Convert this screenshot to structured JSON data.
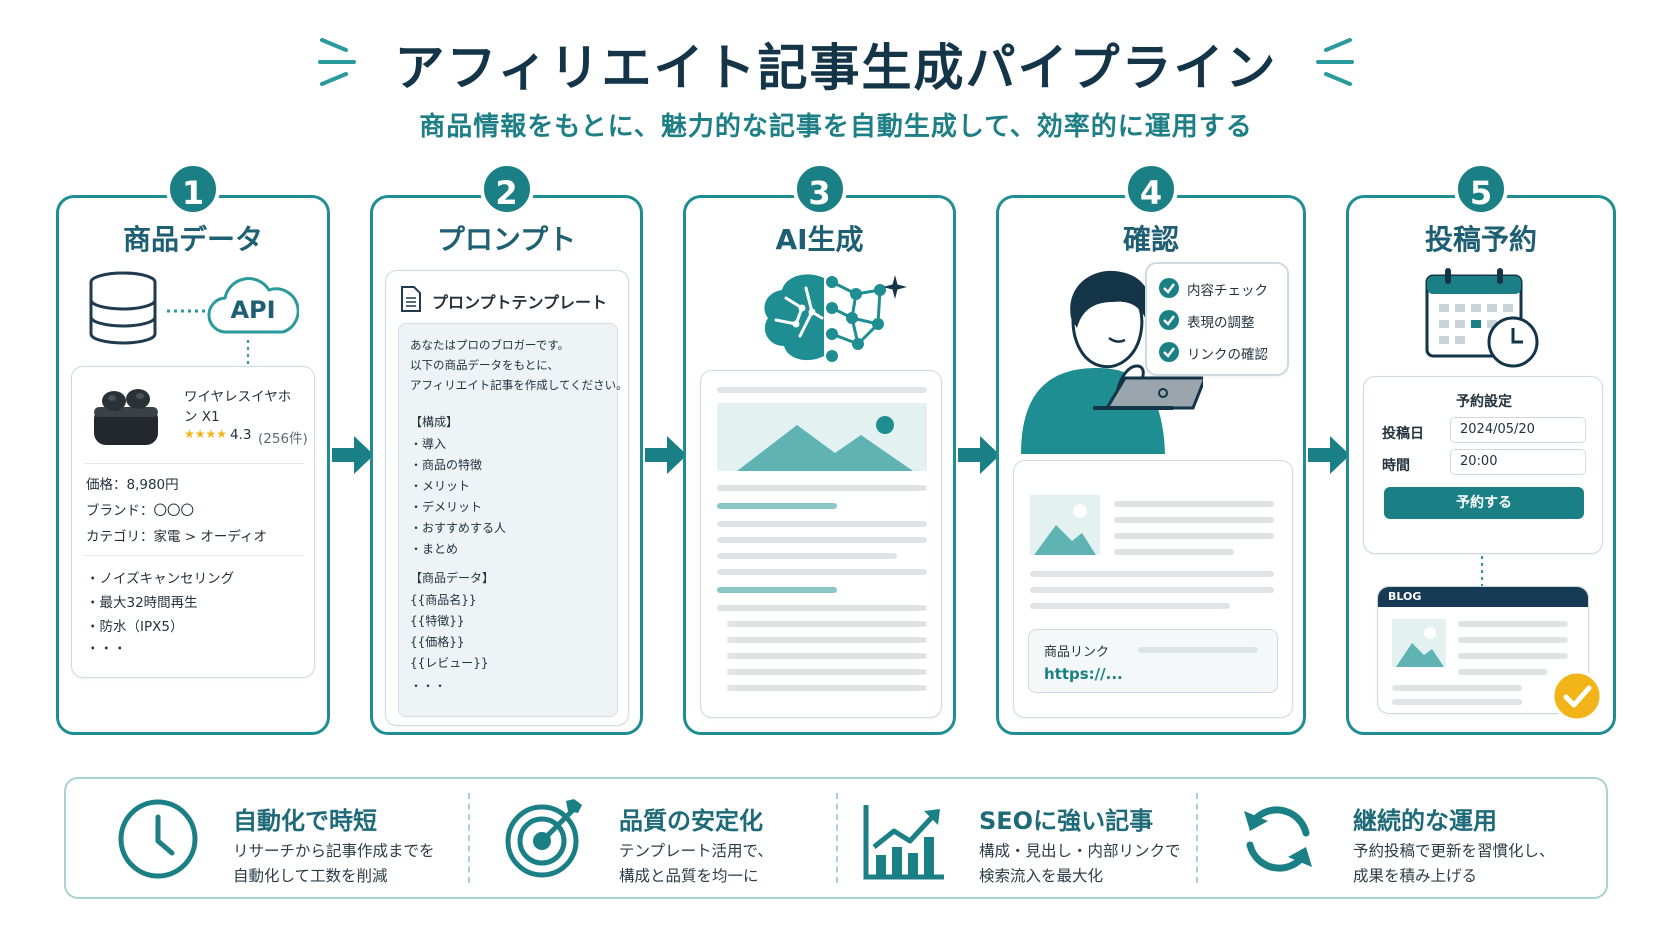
{
  "header": {
    "title": "アフィリエイト記事生成パイプライン",
    "subtitle": "商品情報をもとに、魅力的な記事を自動生成して、効率的に運用する"
  },
  "colors": {
    "teal": "#1a8086",
    "dark": "#143447",
    "accent": "#f2b418",
    "navy": "#173a55"
  },
  "steps": [
    {
      "number": "1",
      "title": "商品データ",
      "api_label": "API",
      "product": {
        "name_line1": "ワイヤレスイヤホ",
        "name_line2": "ン X1",
        "stars": "★★★★",
        "rating": "4.3",
        "review_count": "(256件)",
        "specs": [
          "価格：8,980円",
          "ブランド：〇〇〇",
          "カテゴリ：家電 > オーディオ"
        ],
        "features": [
          "・ノイズキャンセリング",
          "・最大32時間再生",
          "・防水（IPX5）"
        ],
        "ellipsis": "・・・"
      }
    },
    {
      "number": "2",
      "title": "プロンプト",
      "template_title": "プロンプトテンプレート",
      "lines": [
        "あなたはプロのブロガーです。",
        "以下の商品データをもとに、",
        "アフィリエイト記事を作成してください。",
        "【構成】",
        "・導入",
        "・商品の特徴",
        "・メリット",
        "・デメリット",
        "・おすすめする人",
        "・まとめ",
        "【商品データ】",
        "{{商品名}}",
        "{{特徴}}",
        "{{価格}}",
        "{{レビュー}}",
        "・・・"
      ]
    },
    {
      "number": "3",
      "title": "AI生成"
    },
    {
      "number": "4",
      "title": "確認",
      "checklist": [
        "内容チェック",
        "表現の調整",
        "リンクの確認"
      ],
      "link_label": "商品リンク",
      "link_url": "https://..."
    },
    {
      "number": "5",
      "title": "投稿予約",
      "form_title": "予約設定",
      "date_label": "投稿日",
      "date_value": "2024/05/20",
      "time_label": "時間",
      "time_value": "20:00",
      "button_label": "予約する",
      "blog_label": "BLOG"
    }
  ],
  "features": [
    {
      "title": "自動化で時短",
      "desc1": "リサーチから記事作成までを",
      "desc2": "自動化して工数を削減",
      "icon": "clock-icon"
    },
    {
      "title": "品質の安定化",
      "desc1": "テンプレート活用で、",
      "desc2": "構成と品質を均一に",
      "icon": "target-icon"
    },
    {
      "title": "SEOに強い記事",
      "desc1": "構成・見出し・内部リンクで",
      "desc2": "検索流入を最大化",
      "icon": "growth-chart-icon"
    },
    {
      "title": "継続的な運用",
      "desc1": "予約投稿で更新を習慣化し、",
      "desc2": "成果を積み上げる",
      "icon": "refresh-icon"
    }
  ]
}
